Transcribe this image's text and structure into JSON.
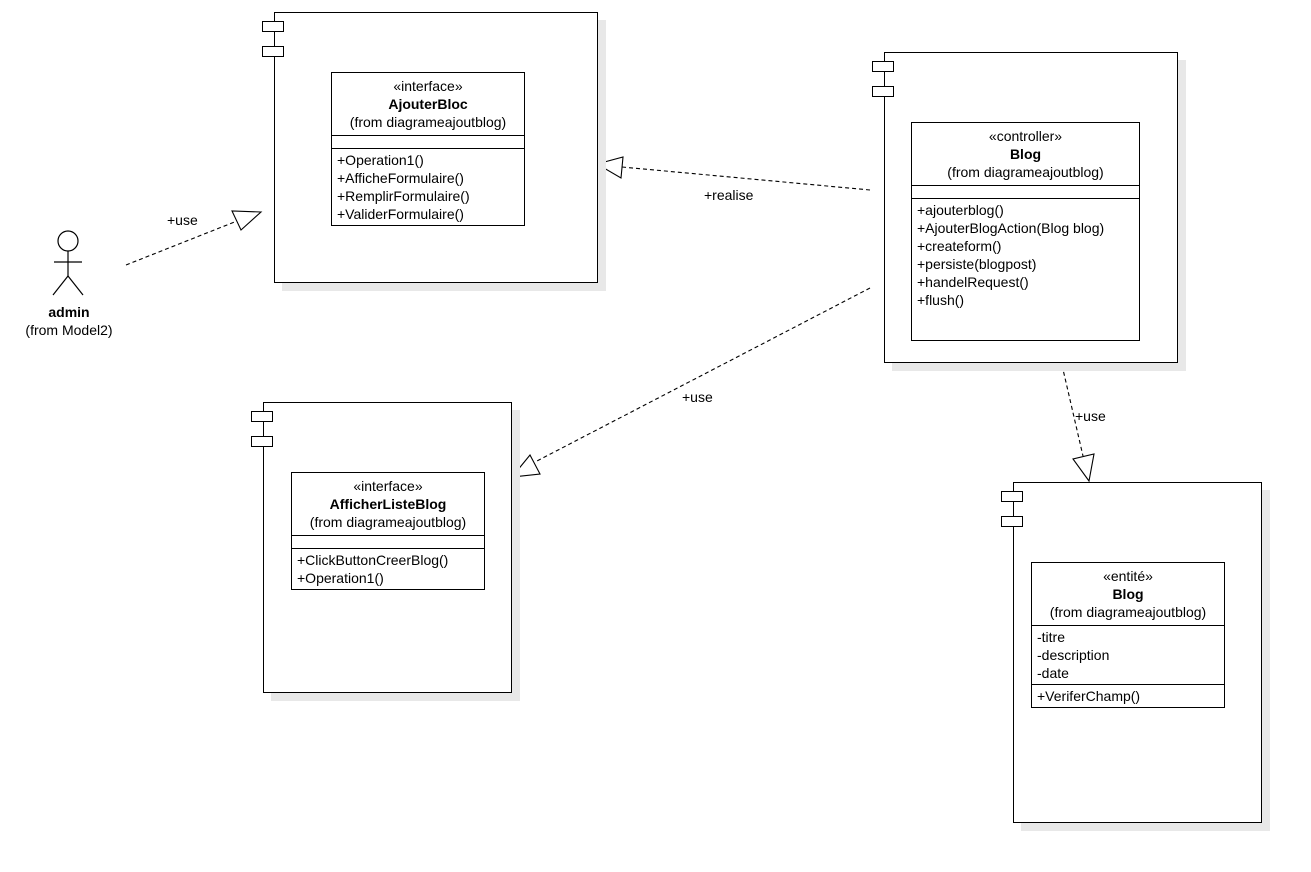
{
  "actor": {
    "name": "admin",
    "from": "(from Model2)"
  },
  "classes": {
    "ajouter_bloc": {
      "stereotype": "«interface»",
      "name": "AjouterBloc",
      "from": "(from diagrameajoutblog)",
      "attributes": [],
      "operations": [
        "+Operation1()",
        "+AfficheFormulaire()",
        "+RemplirFormulaire()",
        "+ValiderFormulaire()"
      ]
    },
    "blog_controller": {
      "stereotype": "«controller»",
      "name": "Blog",
      "from": "(from diagrameajoutblog)",
      "attributes": [],
      "operations": [
        "+ajouterblog()",
        "+AjouterBlogAction(Blog blog)",
        "+createform()",
        "+persiste(blogpost)",
        "+handelRequest()",
        "+flush()"
      ]
    },
    "afficher_liste_blog": {
      "stereotype": "«interface»",
      "name": "AfficherListeBlog",
      "from": "(from diagrameajoutblog)",
      "attributes": [],
      "operations": [
        "+ClickButtonCreerBlog()",
        "+Operation1()"
      ]
    },
    "blog_entity": {
      "stereotype": "«entité»",
      "name": "Blog",
      "from": "(from diagrameajoutblog)",
      "attributes": [
        "-titre",
        "-description",
        "-date"
      ],
      "operations": [
        "+VeriferChamp()"
      ]
    }
  },
  "relations": {
    "admin_use": "+use",
    "realise": "+realise",
    "controller_use_liste": "+use",
    "controller_use_entity": "+use"
  }
}
